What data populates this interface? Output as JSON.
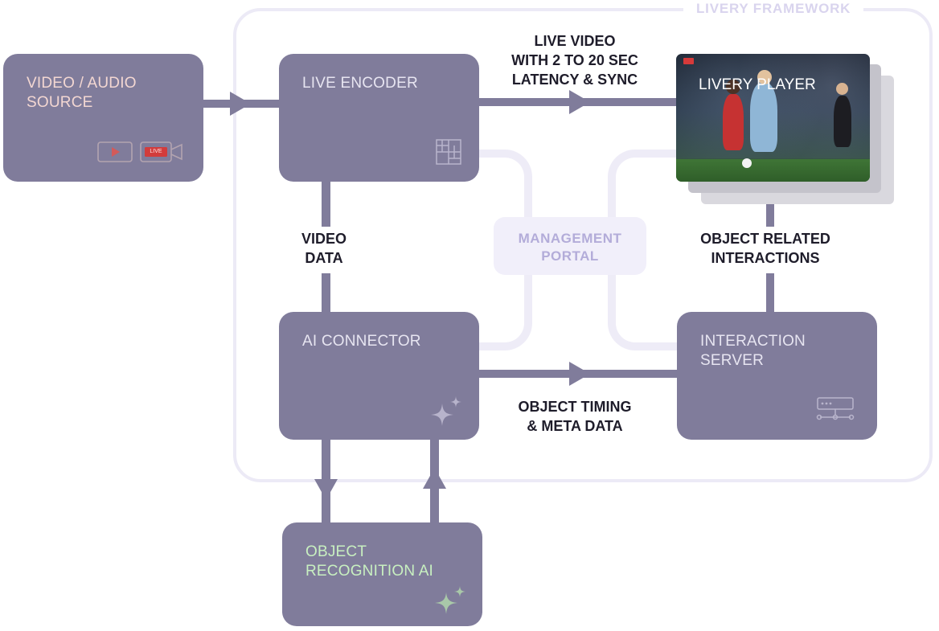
{
  "framework": {
    "label": "LIVERY FRAMEWORK"
  },
  "nodes": {
    "source": {
      "label_line1": "VIDEO / AUDIO",
      "label_line2": "SOURCE",
      "icons": [
        "play-icon",
        "live-camera-icon"
      ],
      "live_badge": "LIVE"
    },
    "encoder": {
      "label": "LIVE ENCODER",
      "icon": "grid-icon"
    },
    "player": {
      "label": "LIVERY PLAYER"
    },
    "ai_connector": {
      "label": "AI CONNECTOR",
      "icon": "sparkle-icon"
    },
    "interaction_server": {
      "label_line1": "INTERACTION",
      "label_line2": "SERVER",
      "icon": "server-icon"
    },
    "object_recognition": {
      "label_line1": "OBJECT",
      "label_line2": "RECOGNITION AI",
      "icon": "sparkle-icon"
    },
    "management": {
      "label_line1": "MANAGEMENT",
      "label_line2": "PORTAL"
    }
  },
  "edges": {
    "live_video": {
      "line1": "LIVE VIDEO",
      "line2": "WITH 2 TO 20 SEC",
      "line3": "LATENCY & SYNC"
    },
    "video_data": {
      "line1": "VIDEO",
      "line2": "DATA"
    },
    "object_interactions": {
      "line1": "OBJECT RELATED",
      "line2": "INTERACTIONS"
    },
    "object_timing": {
      "line1": "OBJECT TIMING",
      "line2": "& META DATA"
    }
  },
  "colors": {
    "node": "#807c9b",
    "node_text": "#e7e5f1",
    "source_text": "#f3d7d2",
    "recognition_text": "#c8f0c0",
    "framework_border": "#eceaf6",
    "management_text": "#b3acd9",
    "live_red": "#d63a3a"
  }
}
